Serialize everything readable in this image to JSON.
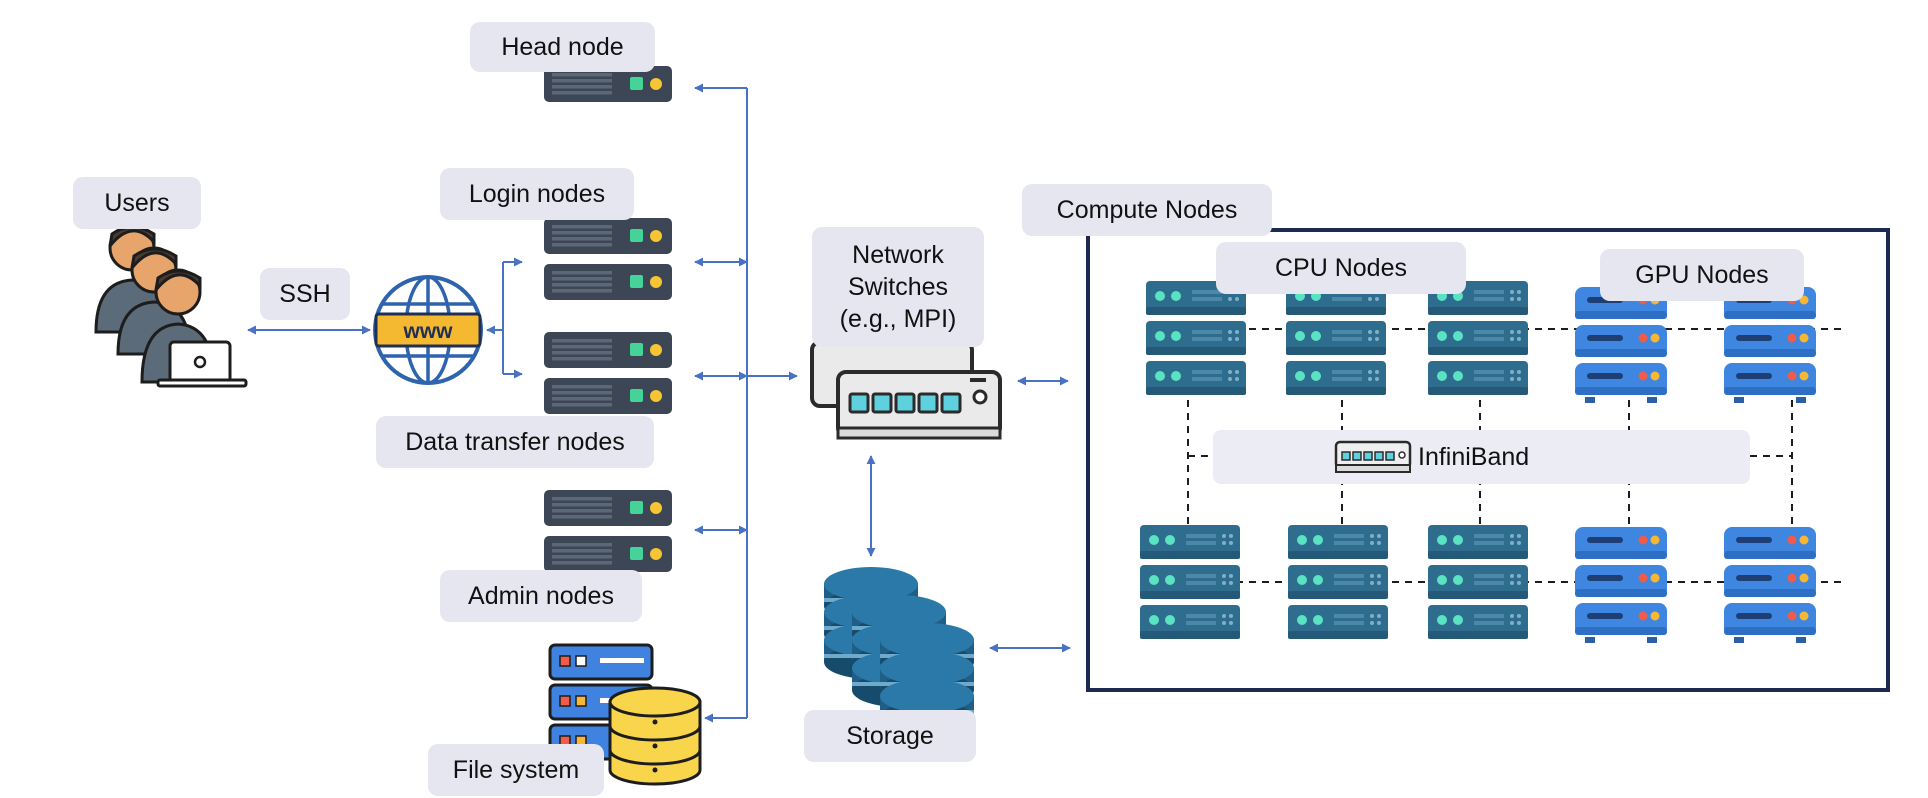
{
  "labels": {
    "users": "Users",
    "ssh": "SSH",
    "head_node": "Head node",
    "login_nodes": "Login nodes",
    "data_transfer_nodes": "Data transfer nodes",
    "admin_nodes": "Admin nodes",
    "file_system": "File system",
    "network_switches": [
      "Network",
      "Switches",
      "(e.g., MPI)"
    ],
    "storage": "Storage",
    "compute_nodes": "Compute Nodes",
    "cpu_nodes": "CPU Nodes",
    "gpu_nodes": "GPU Nodes",
    "infiniband": "InfiniBand"
  },
  "icons": {
    "users": "users-group-icon",
    "web": "www-globe-icon",
    "rack_server": "rack-server-icon",
    "switch": "network-switch-icon",
    "storage": "database-stack-icon",
    "file_system": "file-system-server-database-icon",
    "cpu_server": "cpu-server-icon",
    "gpu_server": "gpu-server-icon",
    "infiniband_switch": "infiniband-switch-icon"
  },
  "colors": {
    "arrow": "#4a72c4",
    "compute_border": "#1b2a4e",
    "label_bg": "#e6e6f0",
    "rack_dark": "#3c4654",
    "cpu_server": "#2f6d8f",
    "gpu_server": "#3e86e0",
    "storage": "#1f5e86",
    "file_db": "#f8d54a"
  }
}
